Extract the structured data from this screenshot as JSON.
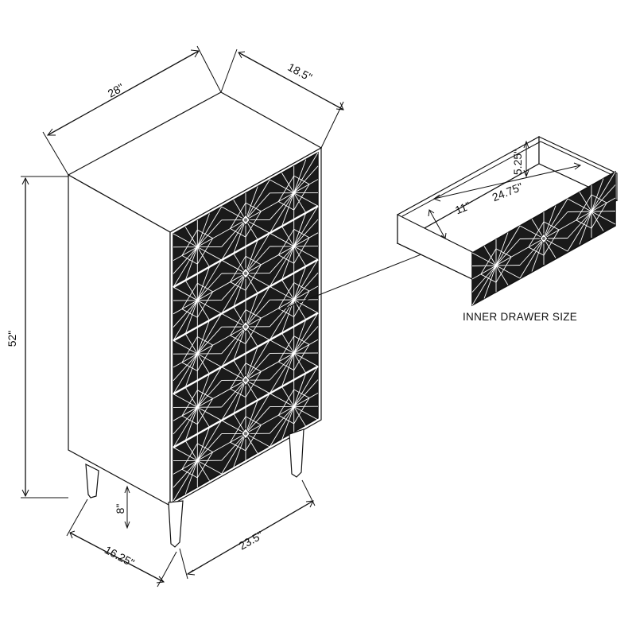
{
  "title": "",
  "colors": {
    "line": "#111111",
    "fill": "#1a1a1a",
    "background": "#ffffff"
  },
  "dimensions": {
    "top_width": "28\"",
    "top_depth": "18.5\"",
    "height": "52\"",
    "leg_height": "8\"",
    "base_depth": "16.25\"",
    "base_width": "23.5\""
  },
  "inner_drawer": {
    "caption": "INNER DRAWER SIZE",
    "width": "24.75\"",
    "depth": "11\"",
    "height": "5.25\""
  },
  "drawer_count": 5
}
